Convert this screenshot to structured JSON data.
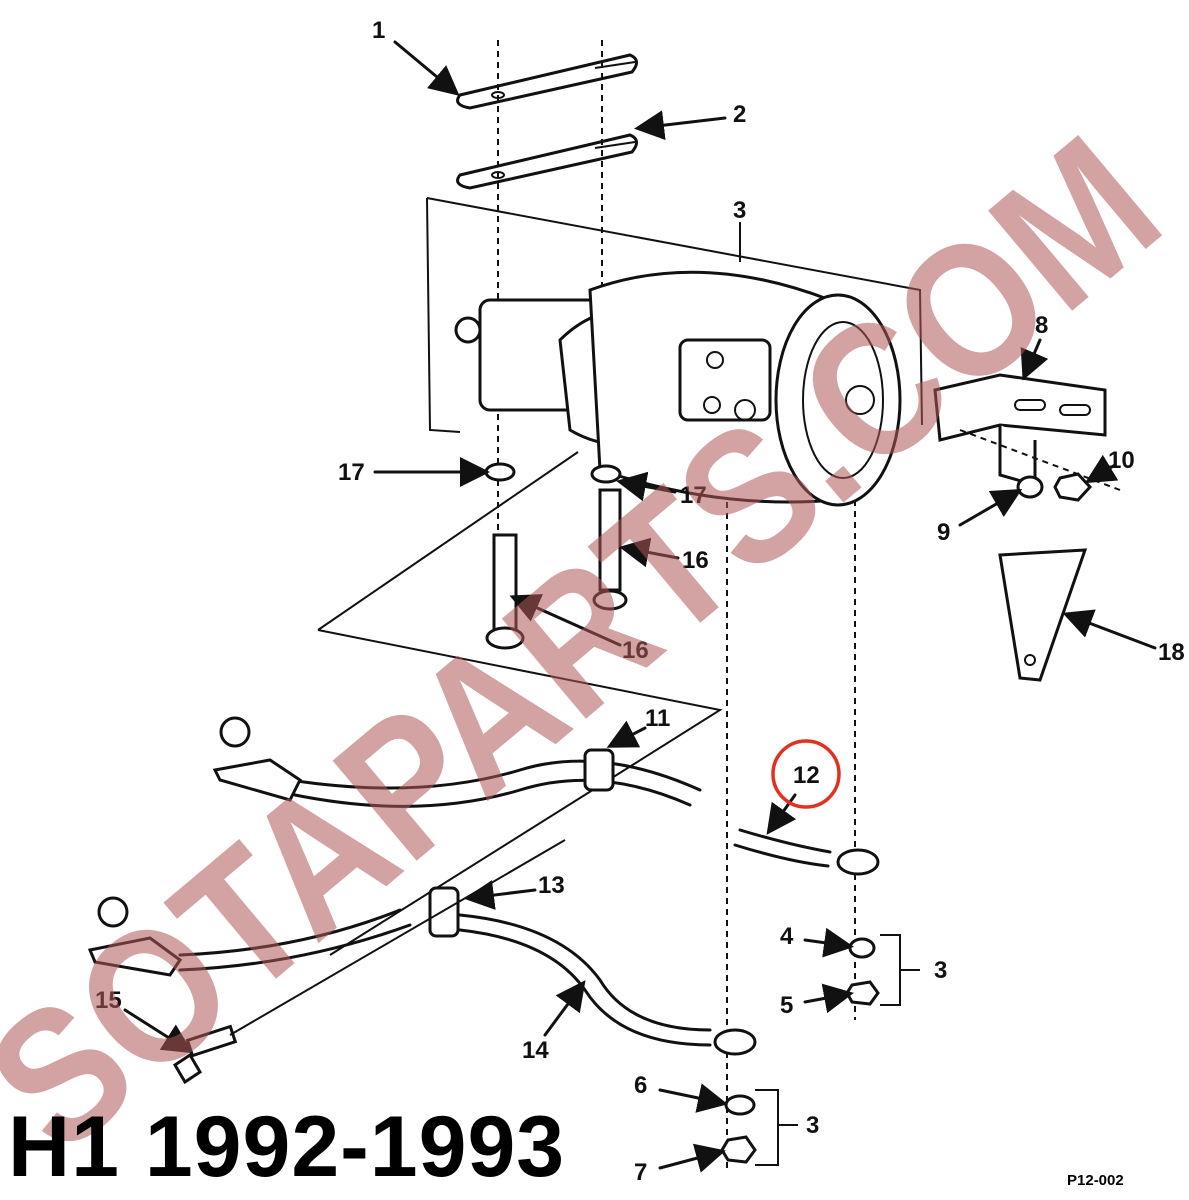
{
  "diagram": {
    "title": "H1 1992-1993",
    "figure_code": "P12-002",
    "watermark": "SOTAPARTS.COM",
    "highlight_color": "#e0321e",
    "highlighted_callout": "12",
    "callouts": [
      "1",
      "2",
      "3",
      "8",
      "10",
      "9",
      "17",
      "17",
      "16",
      "16",
      "18",
      "11",
      "12",
      "13",
      "4",
      "5",
      "3",
      "14",
      "15",
      "6",
      "7",
      "3"
    ]
  }
}
